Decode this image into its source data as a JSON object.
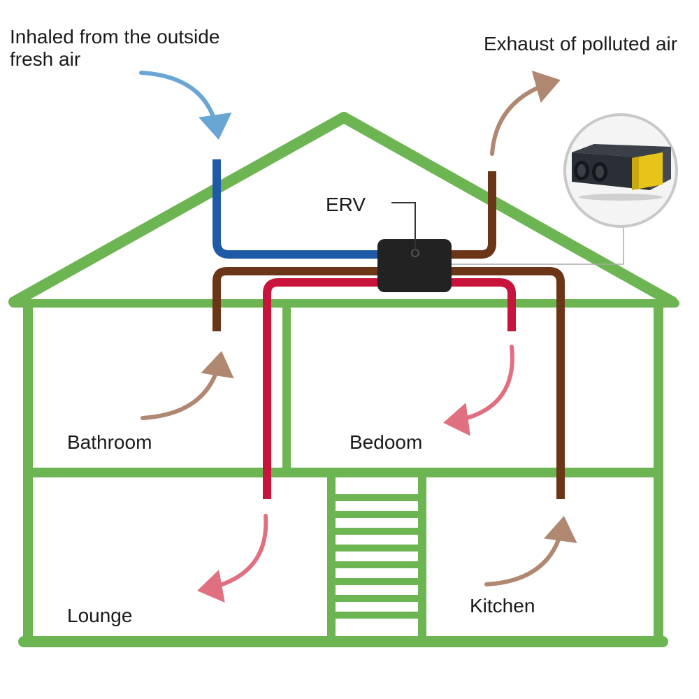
{
  "labels": {
    "intake_line1": "Inhaled from the outside",
    "intake_line2": "fresh air",
    "exhaust": "Exhaust of polluted air",
    "erv": "ERV",
    "bathroom": "Bathroom",
    "bedroom": "Bedoom",
    "lounge": "Lounge",
    "kitchen": "Kitchen"
  },
  "colors": {
    "house_outline": "#6db552",
    "fresh_air_duct": "#1f5aa6",
    "fresh_air_arrow": "#6aa6d4",
    "exhaust_duct": "#6b3518",
    "exhaust_arrow": "#b08770",
    "supply_duct": "#c8143c",
    "supply_arrow": "#e07080",
    "erv_unit": "#222222"
  },
  "icons": {
    "intake_arrow": "curved-arrow-down-icon",
    "exhaust_arrow": "curved-arrow-up-icon",
    "erv_inset": "erv-unit-photo-icon"
  }
}
